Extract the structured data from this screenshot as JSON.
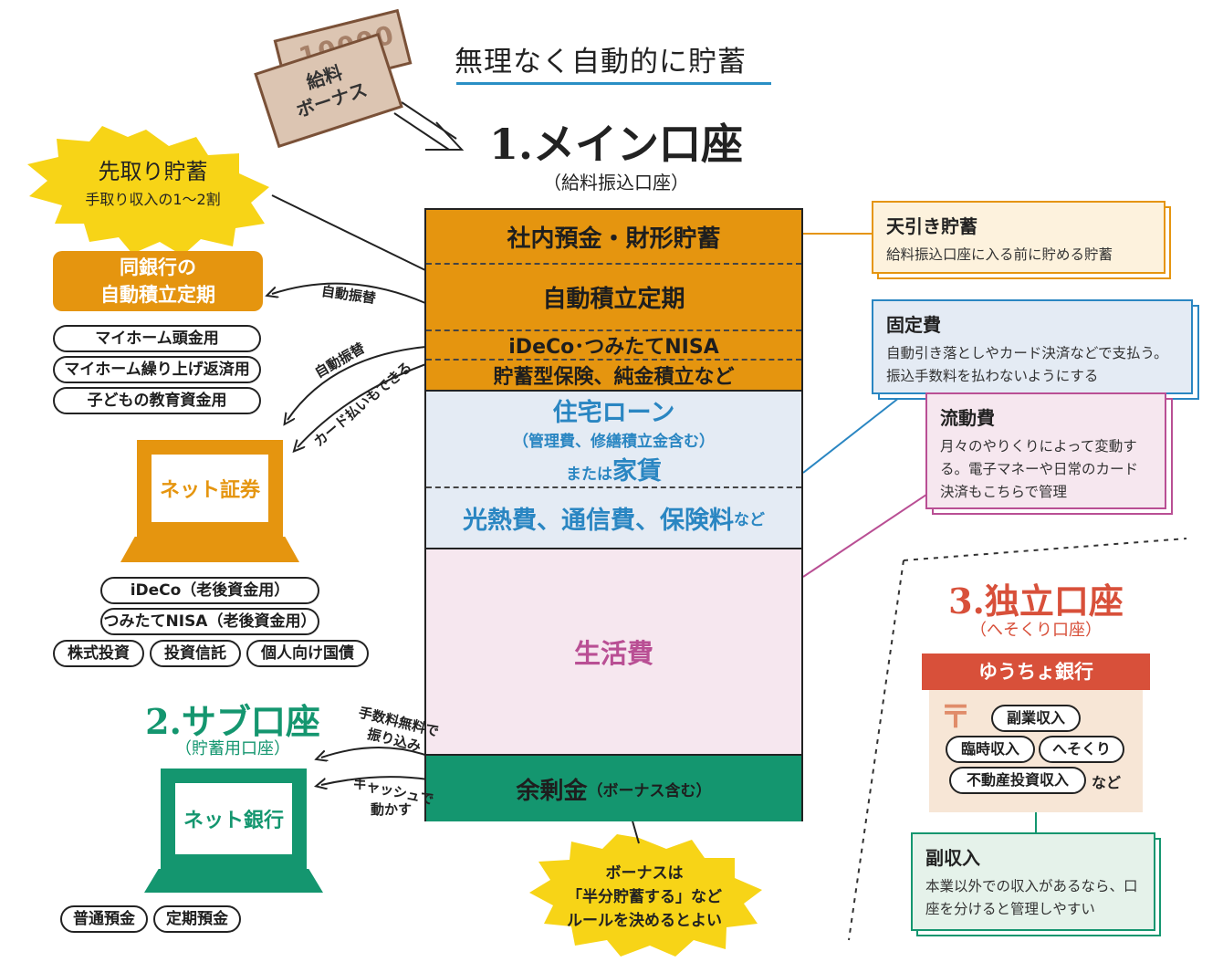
{
  "title": "無理なく自動的に貯蓄",
  "bills": {
    "amount": "10000",
    "label_line1": "給料",
    "label_line2": "ボーナス"
  },
  "main_account": {
    "title": "1.メイン口座",
    "subtitle": "（給料振込口座）",
    "segments": {
      "shanai": "社内預金・財形貯蓄",
      "jidou_teiki": "自動積立定期",
      "ideco_nisa": "iDeCo･つみたてNISA",
      "hoken": "貯蓄型保険、純金積立など",
      "housing_main": "住宅ローン",
      "housing_sub": "（管理費、修繕積立金含む）",
      "housing_or": "または",
      "housing_rent": "家賃",
      "utilities": "光熱費、通信費、保険料",
      "utilities_suffix": "など",
      "living": "生活費",
      "surplus": "余剰金",
      "surplus_note": "（ボーナス含む）"
    }
  },
  "starburst_top": {
    "title": "先取り貯蓄",
    "sub": "手取り収入の1〜2割"
  },
  "same_bank": {
    "line1": "同銀行の",
    "line2": "自動積立定期",
    "items": [
      "マイホーム頭金用",
      "マイホーム繰り上げ返済用",
      "子どもの教育資金用"
    ]
  },
  "arrow_labels": {
    "auto_transfer_1": "自動振替",
    "auto_transfer_2": "自動振替",
    "card_payment": "カード払いもできる",
    "free_transfer_1": "手数料無料で",
    "free_transfer_2": "振り込み",
    "cash_move_1": "キャッシュで",
    "cash_move_2": "動かす"
  },
  "net_securities": {
    "label": "ネット証券",
    "items": [
      "iDeCo（老後資金用）",
      "つみたてNISA（老後資金用）",
      "株式投資",
      "投資信託",
      "個人向け国債"
    ]
  },
  "sub_account": {
    "title": "2.サブ口座",
    "subtitle": "（貯蓄用口座）"
  },
  "net_bank": {
    "label": "ネット銀行",
    "items": [
      "普通預金",
      "定期預金"
    ]
  },
  "starburst_bottom": {
    "line1": "ボーナスは",
    "line2": "「半分貯蓄する」など",
    "line3": "ルールを決めるとよい"
  },
  "boxes": {
    "tenbiki": {
      "title": "天引き貯蓄",
      "text": "給料振込口座に入る前に貯める貯蓄"
    },
    "kotei": {
      "title": "固定費",
      "text": "自動引き落としやカード決済などで支払う。振込手数料を払わないようにする"
    },
    "ryudo": {
      "title": "流動費",
      "text": "月々のやりくりによって変動する。電子マネーや日常のカード決済もこちらで管理"
    },
    "fuku": {
      "title": "副収入",
      "text": "本業以外での収入があるなら、口座を分けると管理しやすい"
    }
  },
  "independent": {
    "title": "3.独立口座",
    "subtitle": "（へそくり口座）",
    "bank": "ゆうちょ銀行",
    "postal_mark": "〒",
    "items": [
      "副業収入",
      "臨時収入",
      "へそくり",
      "不動産投資収入"
    ],
    "suffix": "など"
  },
  "colors": {
    "orange": "#e5950f",
    "blue": "#2a86c2",
    "pink": "#b94f94",
    "green": "#14966f",
    "red": "#d8503a",
    "yellow": "#f7d417"
  }
}
